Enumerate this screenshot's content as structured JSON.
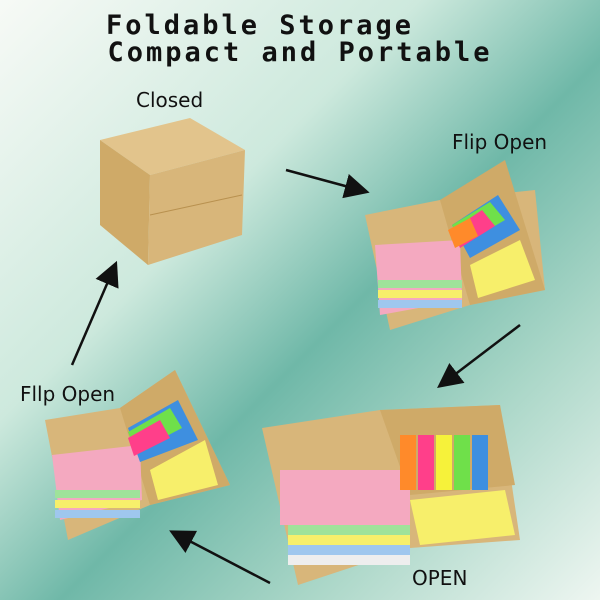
{
  "title": {
    "line1": "Foldable Storage",
    "line2": "Compact and Portable"
  },
  "stages": {
    "closed": "Closed",
    "flip_open_top": "Flip Open",
    "flip_open_bottom": "Fllp Open",
    "open": "OPEN"
  },
  "colors": {
    "kraft": "#d8b67a",
    "kraft_dark": "#b8914f",
    "note_pink": "#f4a9c0",
    "note_green": "#9fe29a",
    "note_yellow": "#f7ef6b",
    "note_blue": "#9fc7ee",
    "flag_orange": "#ff8a2a",
    "flag_pink": "#ff3f8a",
    "flag_yellow": "#f6f23a",
    "flag_green": "#6fe04a",
    "flag_blue": "#3e8fe0"
  },
  "icons": [
    "arrow-icon"
  ]
}
